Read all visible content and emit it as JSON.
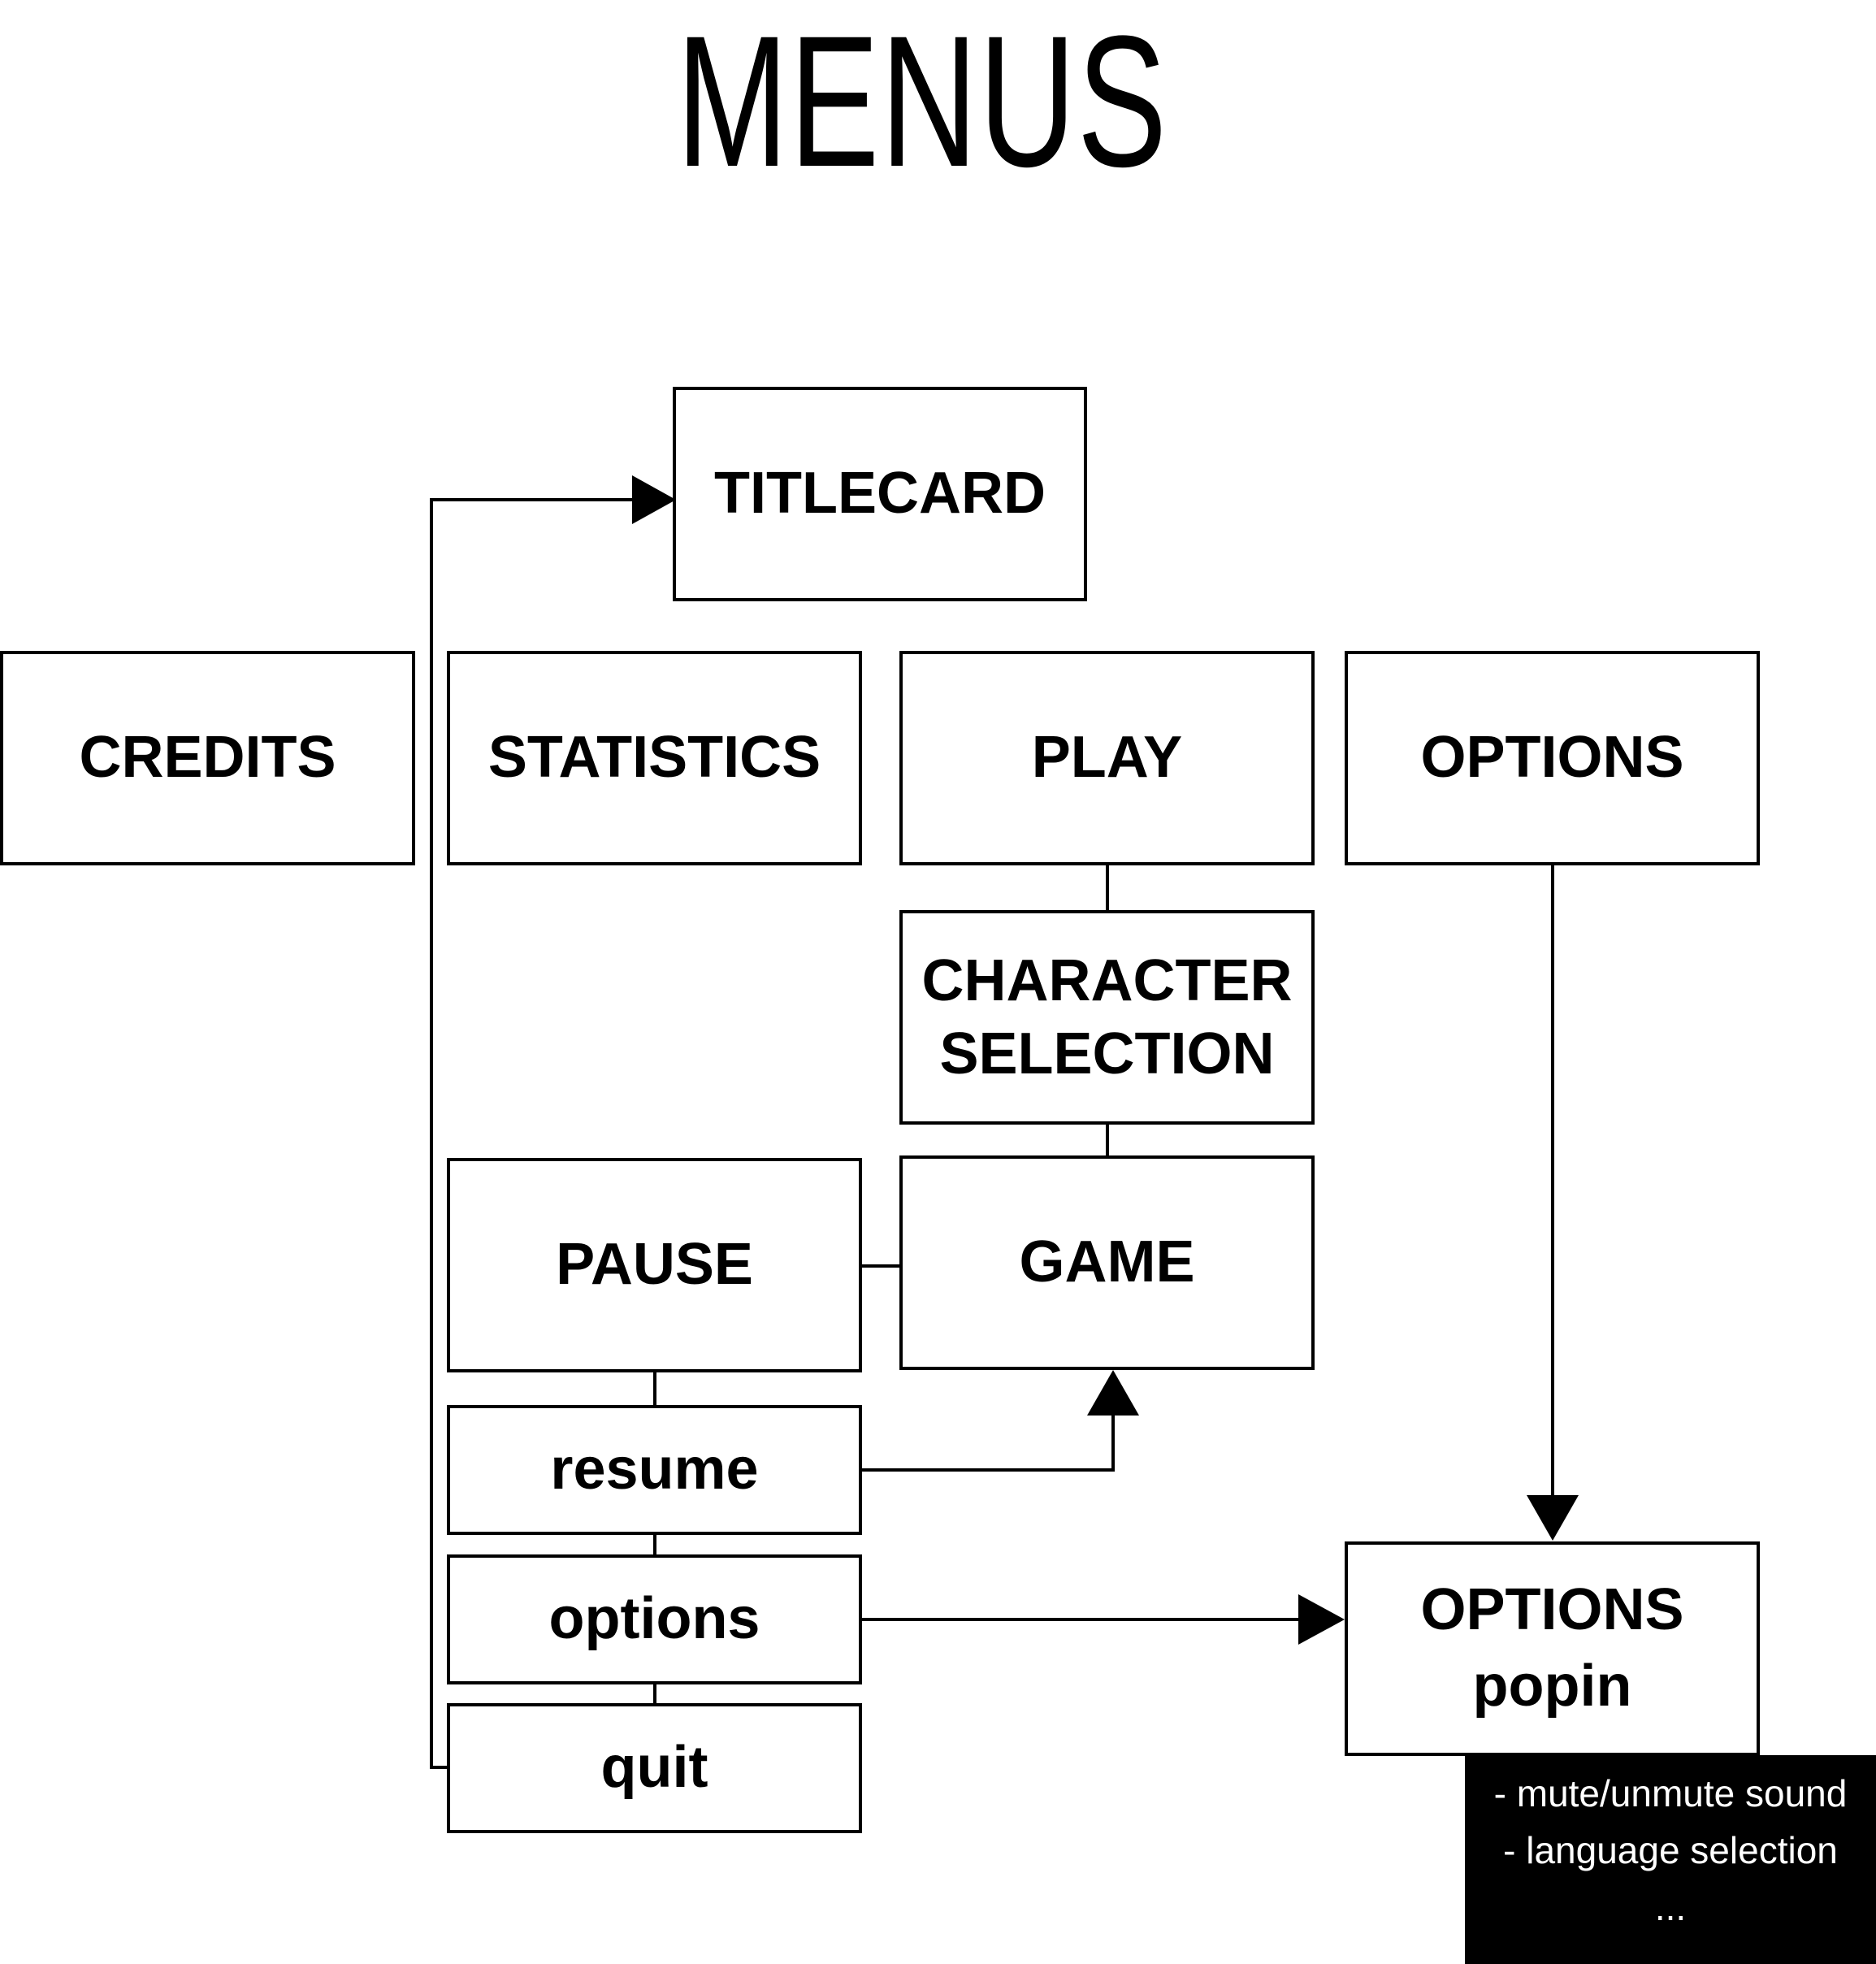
{
  "title": "MENUS",
  "nodes": {
    "titlecard": "TITLECARD",
    "credits": "CREDITS",
    "statistics": "STATISTICS",
    "play": "PLAY",
    "options": "OPTIONS",
    "character_selection": [
      "CHARACTER",
      "SELECTION"
    ],
    "pause": "PAUSE",
    "game": "GAME",
    "resume": "resume",
    "options_sub": "options",
    "quit": "quit",
    "options_popin": [
      "OPTIONS",
      "popin"
    ]
  },
  "options_popin_notes": [
    "- mute/unmute sound",
    "- language selection",
    "..."
  ],
  "colors": {
    "ink": "#000000",
    "paper": "#ffffff"
  }
}
